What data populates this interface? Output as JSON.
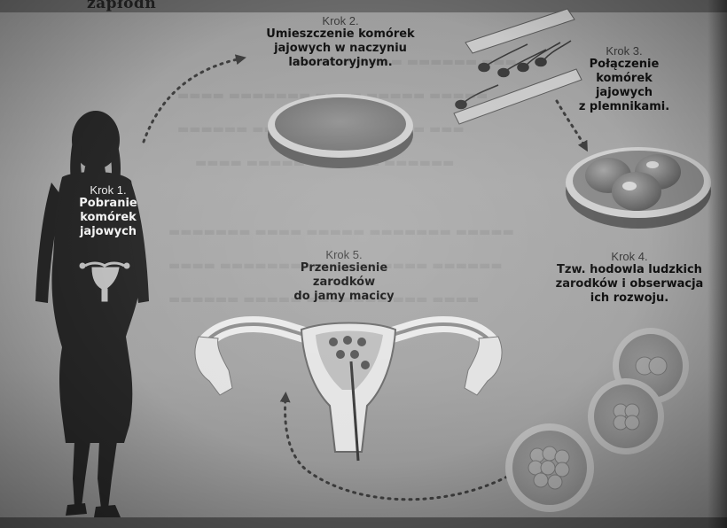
{
  "top_text": "zapłodn",
  "steps": [
    {
      "num": "Krok 1.",
      "lines": [
        "Pobranie",
        "komórek",
        "jajowych"
      ]
    },
    {
      "num": "Krok 2.",
      "lines": [
        "Umieszczenie komórek",
        "jajowych w naczyniu",
        "laboratoryjnym."
      ]
    },
    {
      "num": "Krok 3.",
      "lines": [
        "Połączenie",
        "komórek",
        "jajowych",
        "z plemnikami."
      ]
    },
    {
      "num": "Krok 4.",
      "lines": [
        "Tzw. hodowla ludzkich",
        "zarodków i obserwacja",
        "ich rozwoju."
      ]
    },
    {
      "num": "Krok 5.",
      "lines": [
        "Przeniesienie",
        "zarodków",
        "do jamy macicy"
      ]
    }
  ]
}
